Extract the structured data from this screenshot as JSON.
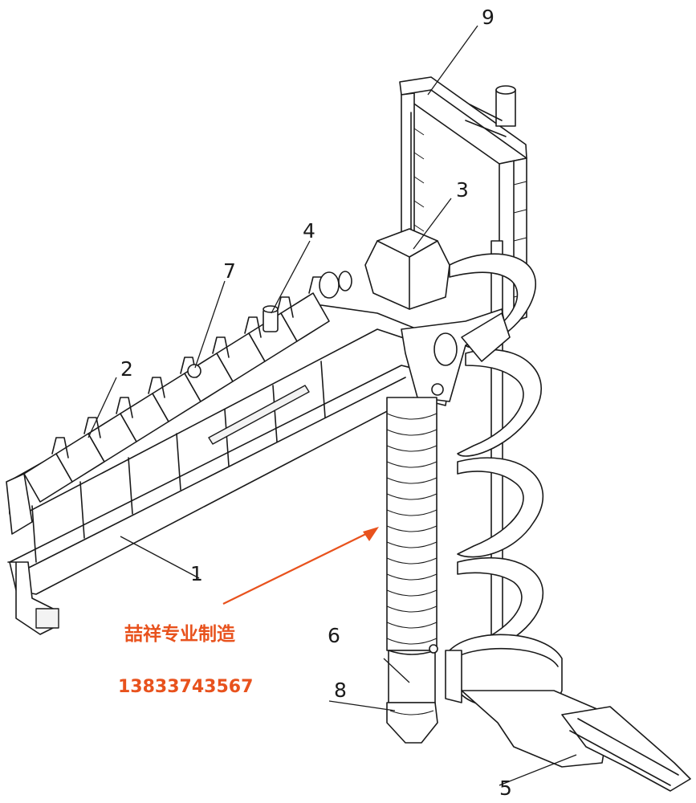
{
  "annotation": {
    "company_text": "喆祥专业制造",
    "phone_text": "13833743567",
    "accent_color": "#e8521d"
  },
  "callouts": [
    {
      "id": "1",
      "label": "1"
    },
    {
      "id": "2",
      "label": "2"
    },
    {
      "id": "3",
      "label": "3"
    },
    {
      "id": "4",
      "label": "4"
    },
    {
      "id": "5",
      "label": "5"
    },
    {
      "id": "6",
      "label": "6"
    },
    {
      "id": "7",
      "label": "7"
    },
    {
      "id": "8",
      "label": "8"
    },
    {
      "id": "9",
      "label": "9"
    }
  ]
}
